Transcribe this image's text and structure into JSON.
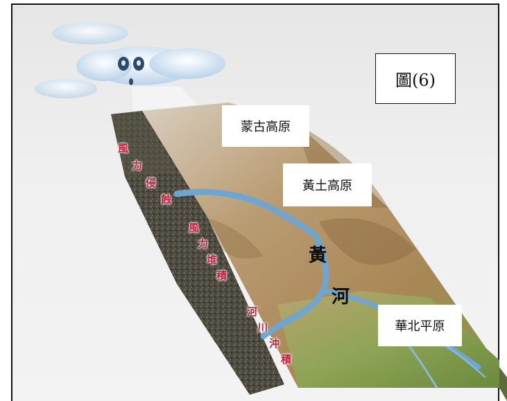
{
  "figure_label": "圖(6)",
  "region_labels": {
    "mongolian_plateau": "蒙古高原",
    "loess_plateau": "黃土高原",
    "north_china_plain": "華北平原"
  },
  "river_name": [
    "黃",
    "河"
  ],
  "process_labels": {
    "wind_erosion": [
      "風",
      "力",
      "侵",
      "蝕"
    ],
    "wind_deposition": [
      "風",
      "力",
      "堆",
      "積"
    ],
    "river_alluvium": [
      "河",
      "川",
      "沖",
      "積"
    ]
  },
  "colors": {
    "text_red": "#c41d3a",
    "river_blue": "#6fa6cf",
    "plateau_tan": "#b0895a",
    "plain_green": "#7c9a4a",
    "rock_dark": "#4a473d"
  }
}
